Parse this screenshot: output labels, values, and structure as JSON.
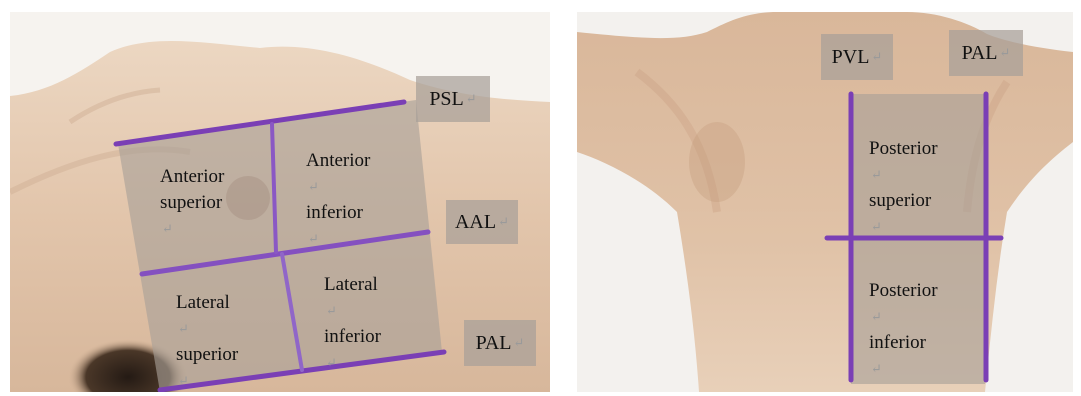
{
  "left_panel": {
    "line_labels": {
      "psl": "PSL",
      "aal": "AAL",
      "pal": "PAL"
    },
    "regions": {
      "anterior_superior": {
        "line1": "Anterior",
        "line2": "superior"
      },
      "anterior_inferior": {
        "line1": "Anterior",
        "line2": "inferior"
      },
      "lateral_superior": {
        "line1": "Lateral",
        "line2": "superior"
      },
      "lateral_inferior": {
        "line1": "Lateral",
        "line2": "inferior"
      }
    }
  },
  "right_panel": {
    "line_labels": {
      "pvl": "PVL",
      "pal": "PAL"
    },
    "regions": {
      "posterior_superior": {
        "line1": "Posterior",
        "line2": "superior"
      },
      "posterior_inferior": {
        "line1": "Posterior",
        "line2": "inferior"
      }
    }
  },
  "return_glyph": "↵",
  "colors": {
    "grid_line": "#7a3fb5",
    "overlay": "#a8a098",
    "skin": "#e3c9b1",
    "background": "#f4f1ee"
  }
}
